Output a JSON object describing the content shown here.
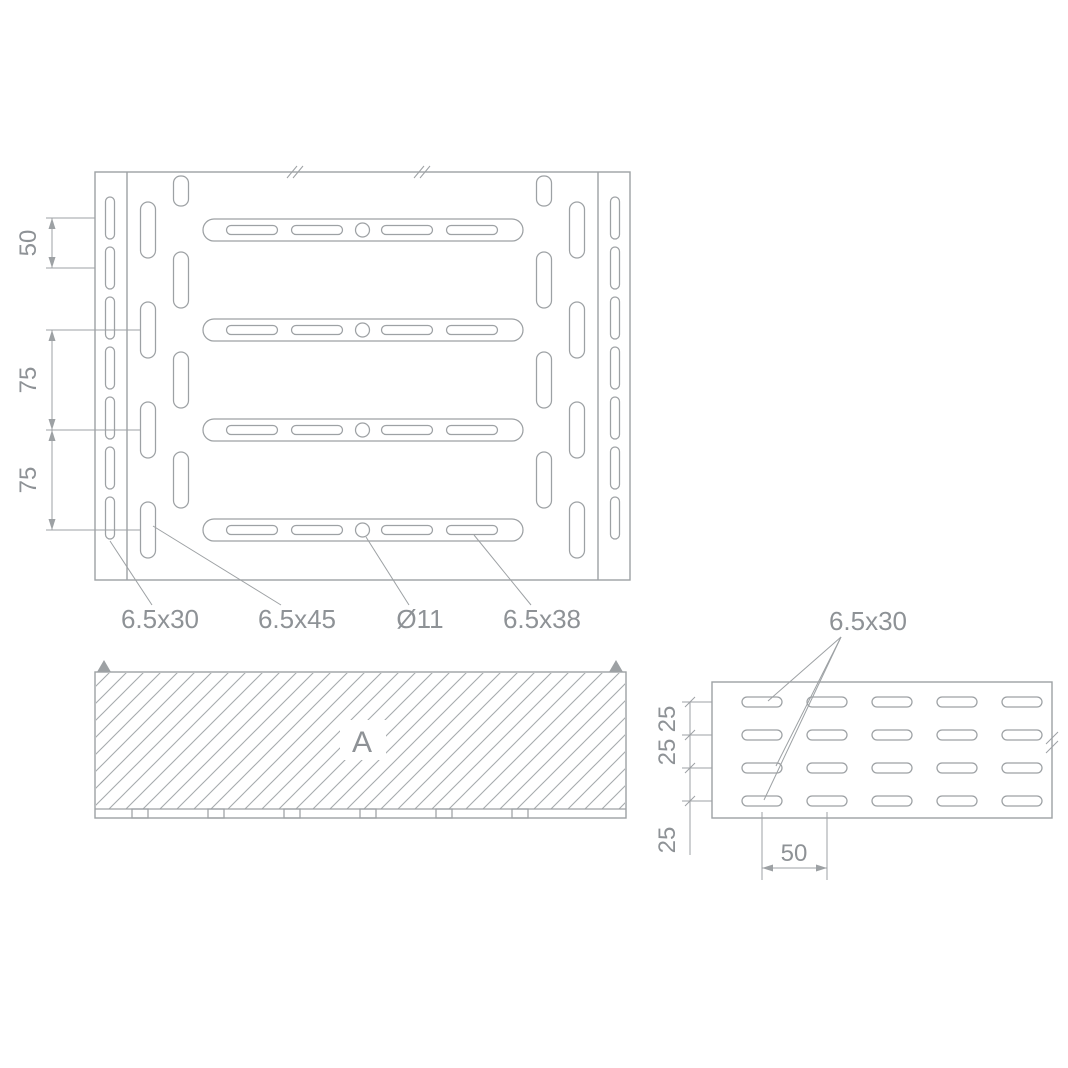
{
  "drawing": {
    "type": "cable-tray perforation drawing",
    "colors": {
      "line": "#9da1a4",
      "text": "#8e9296",
      "background": "#ffffff"
    },
    "top_view": {
      "dims": {
        "pitch_50": "50",
        "pitch_75_upper": "75",
        "pitch_75_lower": "75"
      },
      "callouts": {
        "edge_slot": "6.5x30",
        "long_slot": "6.5x45",
        "hole": "Ø11",
        "floor_slot": "6.5x38"
      }
    },
    "front_view": {
      "label": "A"
    },
    "side_view": {
      "callout_slot": "6.5x30",
      "dims": {
        "row_pitch_1": "25",
        "row_pitch_2": "25",
        "row_pitch_3": "25",
        "col_pitch": "50"
      }
    }
  }
}
